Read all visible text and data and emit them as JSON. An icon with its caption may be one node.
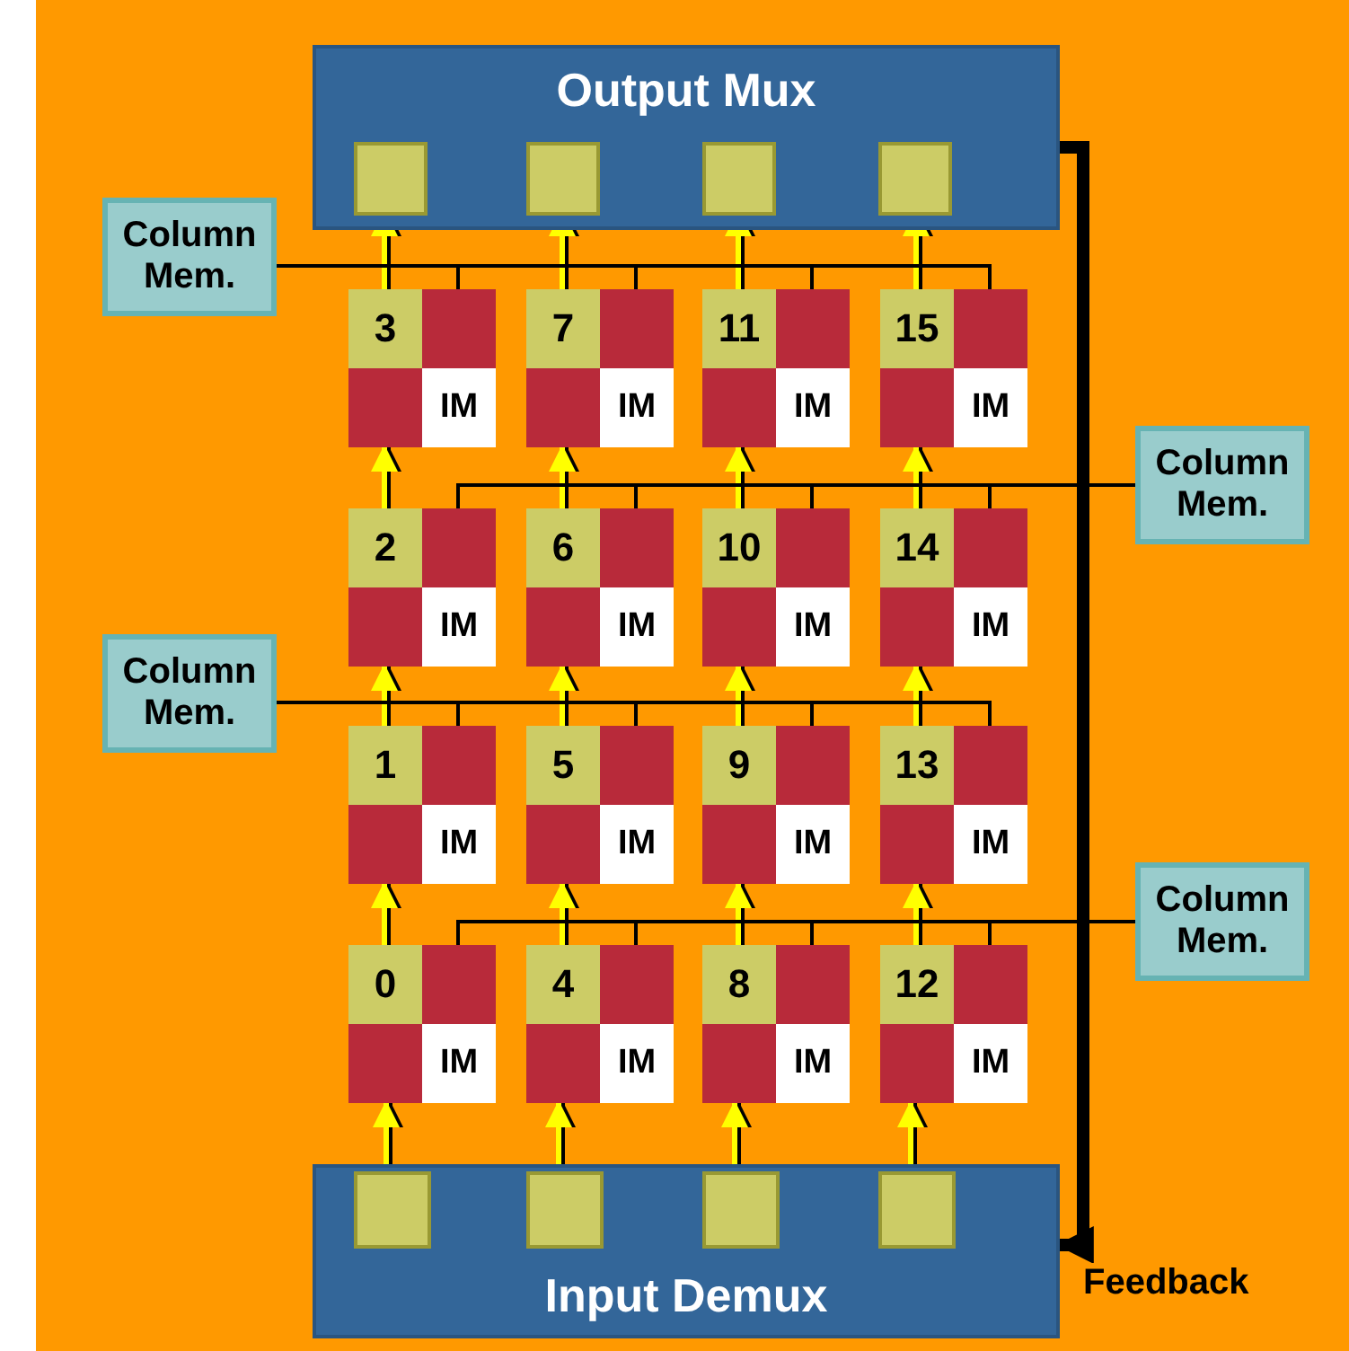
{
  "diagram": {
    "nodes": [
      {
        "text": [
          "Output Mux"
        ]
      },
      {
        "text": [],
        "shape": "box",
        "in": 0
      },
      {
        "text": [],
        "shape": "box",
        "in": 0
      },
      {
        "text": [],
        "shape": "box",
        "in": 0
      },
      {
        "text": [],
        "shape": "box",
        "in": 0
      },
      {
        "text": [
          "Column Mem."
        ]
      },
      {
        "text": [
          "3",
          "IM"
        ]
      },
      {
        "text": [
          "7",
          "IM"
        ]
      },
      {
        "text": [
          "11",
          "IM"
        ]
      },
      {
        "text": [
          "15",
          "IM"
        ]
      },
      {
        "text": [
          "Column Mem."
        ]
      },
      {
        "text": [
          "2",
          "IM"
        ]
      },
      {
        "text": [
          "6",
          "IM"
        ]
      },
      {
        "text": [
          "10",
          "IM"
        ]
      },
      {
        "text": [
          "14",
          "IM"
        ]
      },
      {
        "text": [
          "Column Mem."
        ]
      },
      {
        "text": [
          "1",
          "IM"
        ]
      },
      {
        "text": [
          "5",
          "IM"
        ]
      },
      {
        "text": [
          "9",
          "IM"
        ]
      },
      {
        "text": [
          "13",
          "IM"
        ]
      },
      {
        "text": [
          "Column Mem."
        ]
      },
      {
        "text": [
          "0",
          "IM"
        ]
      },
      {
        "text": [
          "4",
          "IM"
        ]
      },
      {
        "text": [
          "8",
          "IM"
        ]
      },
      {
        "text": [
          "12",
          "IM"
        ]
      },
      {
        "text": [
          "Input Demux"
        ]
      },
      {
        "text": [],
        "shape": "box",
        "in": 25
      },
      {
        "text": [],
        "shape": "box",
        "in": 25
      },
      {
        "text": [],
        "shape": "box",
        "in": 25
      },
      {
        "text": [],
        "shape": "box",
        "in": 25
      }
    ],
    "edges": [
      {
        "from": 26,
        "to": 21,
        "arrow": "to"
      },
      {
        "from": 21,
        "to": 16,
        "arrow": "to"
      },
      {
        "from": 16,
        "to": 11,
        "arrow": "to"
      },
      {
        "from": 11,
        "to": 6,
        "arrow": "to"
      },
      {
        "from": 6,
        "to": 1,
        "arrow": "to"
      },
      {
        "from": 27,
        "to": 22,
        "arrow": "to"
      },
      {
        "from": 22,
        "to": 17,
        "arrow": "to"
      },
      {
        "from": 17,
        "to": 12,
        "arrow": "to"
      },
      {
        "from": 12,
        "to": 7,
        "arrow": "to"
      },
      {
        "from": 7,
        "to": 2,
        "arrow": "to"
      },
      {
        "from": 28,
        "to": 23,
        "arrow": "to"
      },
      {
        "from": 23,
        "to": 18,
        "arrow": "to"
      },
      {
        "from": 18,
        "to": 13,
        "arrow": "to"
      },
      {
        "from": 13,
        "to": 8,
        "arrow": "to"
      },
      {
        "from": 8,
        "to": 3,
        "arrow": "to"
      },
      {
        "from": 29,
        "to": 24,
        "arrow": "to"
      },
      {
        "from": 24,
        "to": 19,
        "arrow": "to"
      },
      {
        "from": 19,
        "to": 14,
        "arrow": "to"
      },
      {
        "from": 14,
        "to": 9,
        "arrow": "to"
      },
      {
        "from": 9,
        "to": 4,
        "arrow": "to"
      },
      {
        "from": 5,
        "to": 6,
        "arrow": "none",
        "color": "#000000"
      },
      {
        "from": 5,
        "to": 7,
        "arrow": "none",
        "color": "#000000"
      },
      {
        "from": 5,
        "to": 8,
        "arrow": "none",
        "color": "#000000"
      },
      {
        "from": 5,
        "to": 9,
        "arrow": "none",
        "color": "#000000"
      },
      {
        "from": 10,
        "to": 11,
        "arrow": "none",
        "color": "#000000"
      },
      {
        "from": 10,
        "to": 12,
        "arrow": "none",
        "color": "#000000"
      },
      {
        "from": 10,
        "to": 13,
        "arrow": "none",
        "color": "#000000"
      },
      {
        "from": 10,
        "to": 14,
        "arrow": "none",
        "color": "#000000"
      },
      {
        "from": 15,
        "to": 16,
        "arrow": "none",
        "color": "#000000"
      },
      {
        "from": 15,
        "to": 17,
        "arrow": "none",
        "color": "#000000"
      },
      {
        "from": 15,
        "to": 18,
        "arrow": "none",
        "color": "#000000"
      },
      {
        "from": 15,
        "to": 19,
        "arrow": "none",
        "color": "#000000"
      },
      {
        "from": 20,
        "to": 21,
        "arrow": "none",
        "color": "#000000"
      },
      {
        "from": 20,
        "to": 22,
        "arrow": "none",
        "color": "#000000"
      },
      {
        "from": 20,
        "to": 23,
        "arrow": "none",
        "color": "#000000"
      },
      {
        "from": 20,
        "to": 24,
        "arrow": "none",
        "color": "#000000"
      },
      {
        "from": 0,
        "to": 25,
        "arrow": "to",
        "label": "Feedback",
        "style": "thick",
        "color": "#000000"
      }
    ]
  }
}
